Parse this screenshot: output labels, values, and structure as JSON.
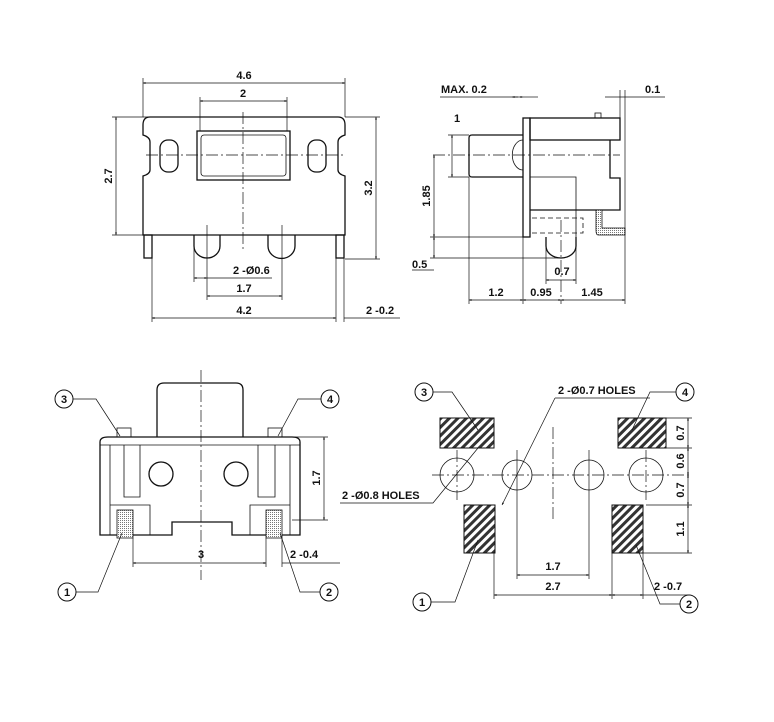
{
  "front_view": {
    "width_total": "4.6",
    "window_width": "2",
    "height_body": "2.7",
    "height_total": "3.2",
    "pin_hole": "2 -Ø0.6",
    "pin_pitch": "1.7",
    "pin_span": "4.2",
    "pin_width": "2 -0.2"
  },
  "side_view": {
    "max_gap": "MAX. 0.2",
    "terminal_gap": "0.1",
    "actuator_height": "1",
    "center_height": "1.85",
    "pin_offset": "0.5",
    "pin_dia": "0.7",
    "actuator_length": "1.2",
    "flange_to_pin": "0.95",
    "pin_to_back": "1.45"
  },
  "bottom_view": {
    "body_height": "1.7",
    "terminal_pitch": "3",
    "terminal_width": "2 -0.4",
    "callouts": [
      "1",
      "2",
      "3",
      "4"
    ]
  },
  "pcb_layout": {
    "small_holes": "2 -Ø0.7 HOLES",
    "large_holes": "2 -Ø0.8 HOLES",
    "pad_top": "0.7",
    "hole_gap": "0.6",
    "pad_to_center": "0.7",
    "pad_bottom": "1.1",
    "hole_pitch": "1.7",
    "pad_pitch": "2.7",
    "pad_width": "2 -0.7",
    "callouts": [
      "1",
      "2",
      "3",
      "4"
    ]
  }
}
